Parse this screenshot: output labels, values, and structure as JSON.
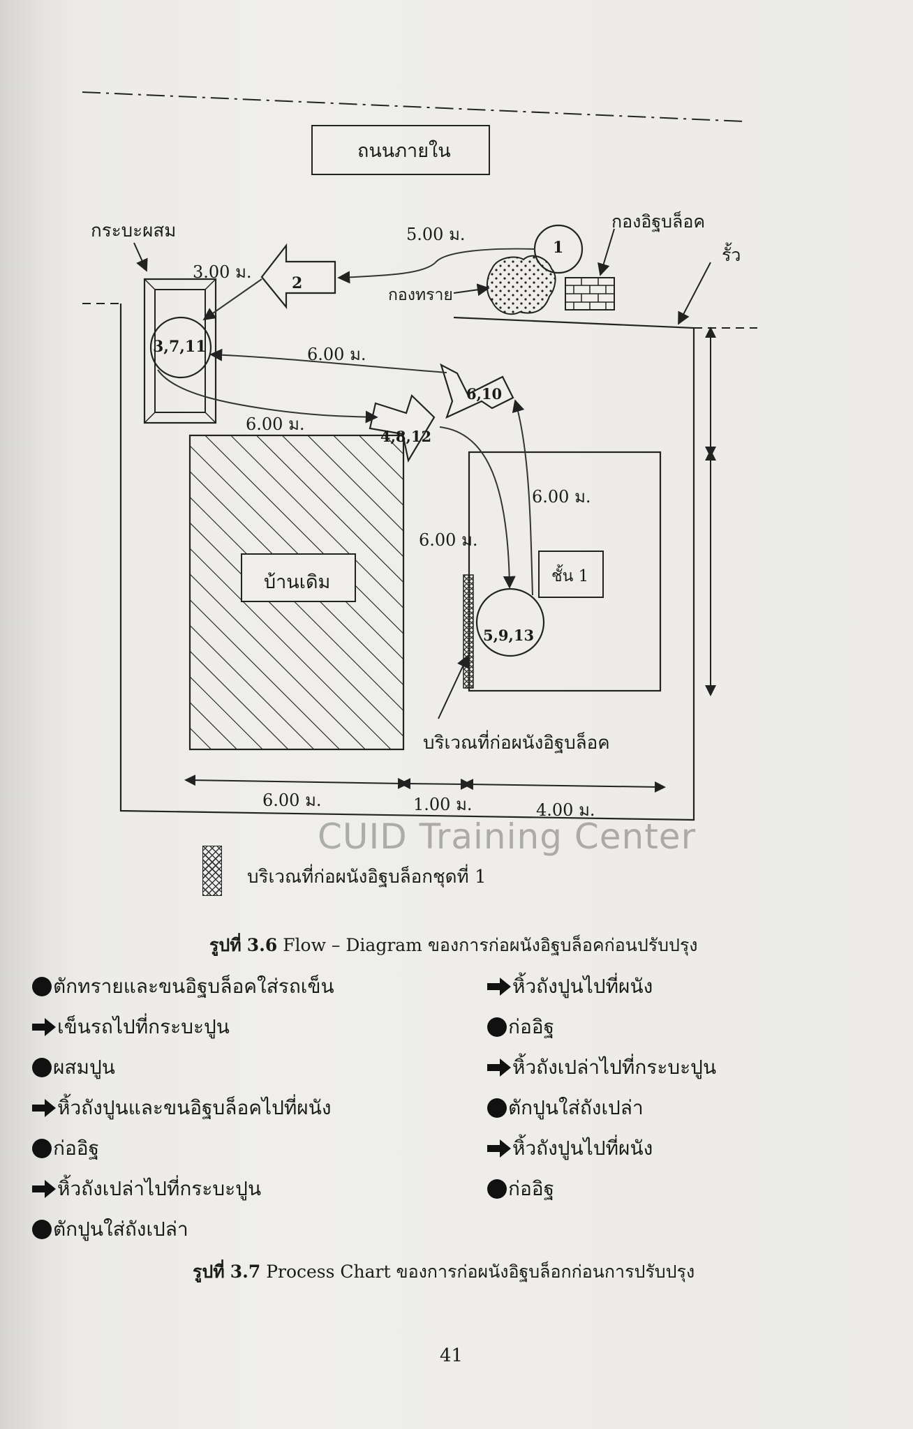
{
  "diagram": {
    "road_label": "ถนนภายใน",
    "mixer_label": "กระบะผสม",
    "block_pile_label": "กองอิฐบล็อค",
    "fence_label": "รั้ว",
    "sand_pile_label": "กองทราย",
    "old_house_label": "บ้านเดิม",
    "floor_label": "ชั้น 1",
    "wall_area_label": "บริเวณที่ก่อผนังอิฐบล็อค",
    "node_1": "1",
    "node_2": "2",
    "node_3711": "3,7,11",
    "node_6_10": "6,10",
    "node_4_8_12": "4,8,12",
    "node_5_9_13": "5,9,13",
    "dim_5m": "5.00 ม.",
    "dim_3m": "3.00 ม.",
    "dim_6m_a": "6.00 ม.",
    "dim_6m_b": "6.00 ม.",
    "dim_6m_c": "6.00 ม.",
    "dim_6m_d": "6.00 ม.",
    "dim_bottom_6m": "6.00 ม.",
    "dim_bottom_1m": "1.00 ม.",
    "dim_bottom_4m": "4.00 ม."
  },
  "watermark": "CUID Training Center",
  "legend_label": "บริเวณที่ก่อผนังอิฐบล็อกชุดที่ 1",
  "fig36": {
    "prefix": "รูปที่",
    "number": "3.6",
    "text": "Flow – Diagram ของการก่อผนังอิฐบล็อคก่อนปรับปรุง"
  },
  "process": {
    "left": [
      {
        "icon": "circle-icon",
        "text": "ตักทรายและขนอิฐบล็อคใส่รถเข็น"
      },
      {
        "icon": "arrow-icon",
        "text": "เข็นรถไปที่กระบะปูน"
      },
      {
        "icon": "circle-icon",
        "text": "ผสมปูน"
      },
      {
        "icon": "arrow-icon",
        "text": "หิ้วถังปูนและขนอิฐบล็อคไปที่ผนัง"
      },
      {
        "icon": "circle-icon",
        "text": "ก่ออิฐ"
      },
      {
        "icon": "arrow-icon",
        "text": "หิ้วถังเปล่าไปที่กระบะปูน"
      },
      {
        "icon": "circle-icon",
        "text": "ตักปูนใส่ถังเปล่า"
      }
    ],
    "right": [
      {
        "icon": "arrow-icon",
        "text": "หิ้วถังปูนไปที่ผนัง"
      },
      {
        "icon": "circle-icon",
        "text": "ก่ออิฐ"
      },
      {
        "icon": "arrow-icon",
        "text": "หิ้วถังเปล่าไปที่กระบะปูน"
      },
      {
        "icon": "circle-icon",
        "text": "ตักปูนใส่ถังเปล่า"
      },
      {
        "icon": "arrow-icon",
        "text": "หิ้วถังปูนไปที่ผนัง"
      },
      {
        "icon": "circle-icon",
        "text": "ก่ออิฐ"
      }
    ]
  },
  "fig37": {
    "prefix": "รูปที่",
    "number": "3.7",
    "text": "Process Chart ของการก่อผนังอิฐบล็อกก่อนการปรับปรุง"
  },
  "page_number": "41"
}
